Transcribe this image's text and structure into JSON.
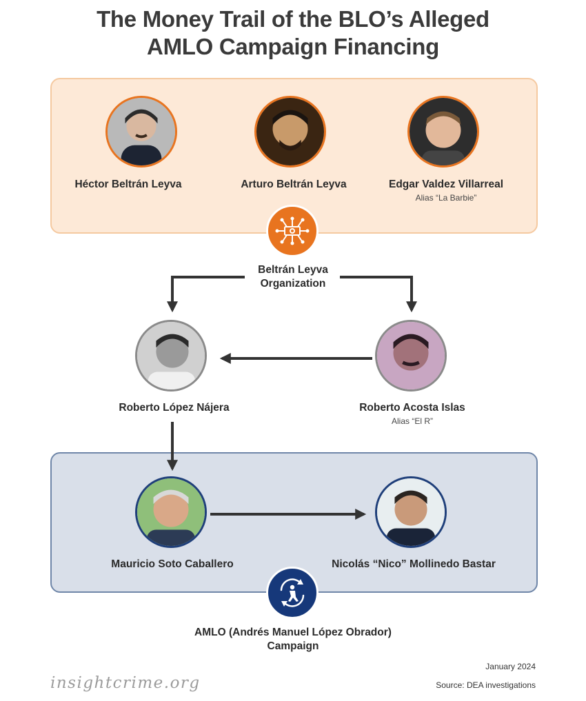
{
  "title_line1": "The Money Trail of the BLO’s Alleged",
  "title_line2": "AMLO Campaign Financing",
  "people": {
    "hector": {
      "name": "Héctor Beltrán Leyva"
    },
    "arturo": {
      "name": "Arturo Beltrán Leyva"
    },
    "edgar": {
      "name": "Edgar Valdez Villarreal",
      "alias": "Alias “La Barbie”"
    },
    "lopez": {
      "name": "Roberto López Nájera"
    },
    "acosta": {
      "name": "Roberto Acosta Islas",
      "alias": "Alias “El R”"
    },
    "soto": {
      "name": "Mauricio Soto Caballero"
    },
    "mollinedo": {
      "name": "Nicolás “Nico” Mollinedo Bastar"
    }
  },
  "organization": {
    "line1": "Beltrán Leyva",
    "line2": "Organization",
    "icon": "money-network-icon"
  },
  "campaign": {
    "line1": "AMLO (Andrés Manuel López Obrador)",
    "line2": "Campaign",
    "icon": "campaign-cycle-icon"
  },
  "footer": {
    "date": "January 2024",
    "source": "Source: DEA investigations",
    "logo": "insightcrime.org"
  },
  "colors": {
    "orange_accent": "#e8741f",
    "blo_box_fill": "#fde9d7",
    "amlo_box_fill": "#d9dfe9",
    "navy_accent": "#16387a",
    "arrow": "#333333"
  }
}
